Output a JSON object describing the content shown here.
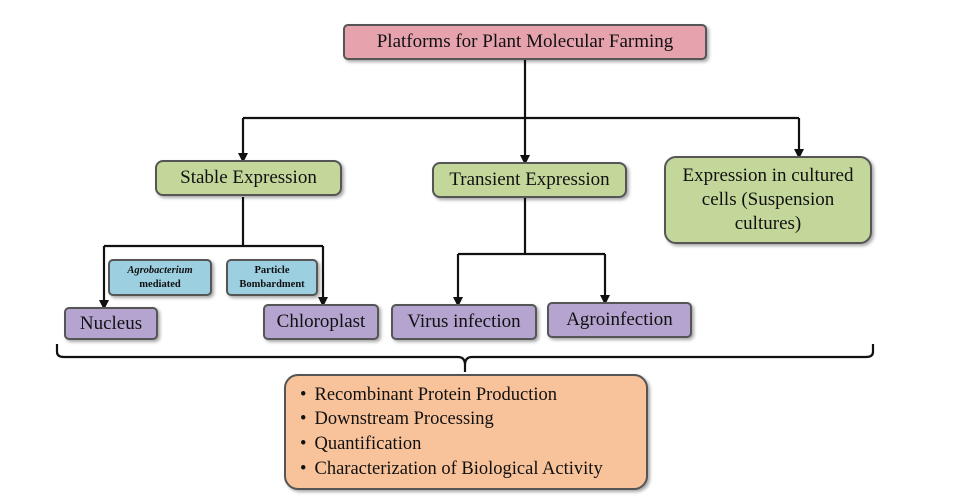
{
  "root": {
    "label": "Platforms for Plant Molecular Farming"
  },
  "stable": {
    "label": "Stable Expression",
    "methods": [
      {
        "line1": "Agrobacterium",
        "line2": "mediated"
      },
      {
        "line1": "Particle",
        "line2": "Bombardment"
      }
    ],
    "targets": [
      "Nucleus",
      "Chloroplast"
    ]
  },
  "transient": {
    "label": "Transient Expression",
    "targets": [
      "Virus infection",
      "Agroinfection"
    ]
  },
  "cultured": {
    "lines": [
      "Expression in cultured",
      "cells (Suspension",
      "cultures)"
    ]
  },
  "outputs": {
    "items": [
      "Recombinant Protein Production",
      "Downstream Processing",
      "Quantification",
      "Characterization of Biological Activity"
    ]
  },
  "colors": {
    "root": "#e6a3ad",
    "green": "#c3d79b",
    "purple": "#b4a4cf",
    "blue": "#9ccfe0",
    "orange": "#f8c29a",
    "border": "#555555",
    "line": "#111111"
  }
}
